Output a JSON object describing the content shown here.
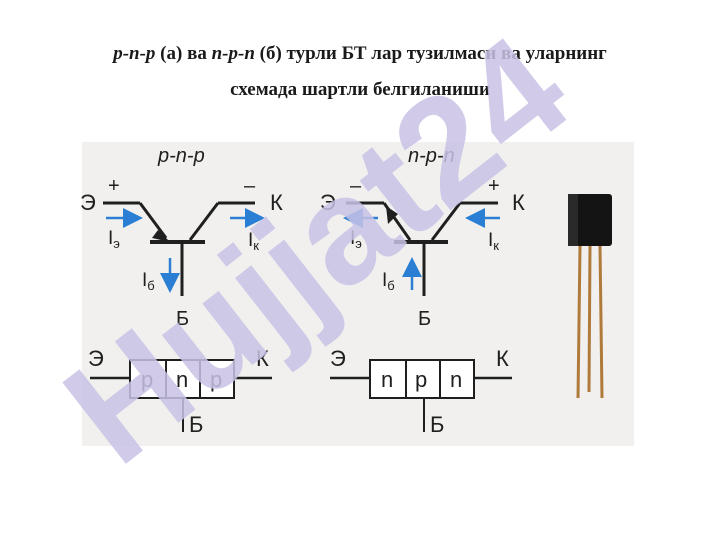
{
  "title": {
    "line1_pnp": "p-n-p",
    "line1_a": " (а) ва ",
    "line1_npn": "n-p-n",
    "line1_rest": "  (б) турли БТ лар тузилмаси ва уларнинг",
    "line2": "схемада  шартли белгиланиши"
  },
  "watermark": "Hujjat24",
  "pnp": {
    "type_label": "p-n-p",
    "emitter": "Э",
    "collector": "К",
    "base": "Б",
    "plus": "+",
    "minus": "–",
    "ie": "I",
    "ie_sub": "э",
    "ik": "I",
    "ik_sub": "к",
    "ib": "I",
    "ib_sub": "б",
    "layers": [
      "p",
      "n",
      "p"
    ]
  },
  "npn": {
    "type_label": "n-p-n",
    "emitter": "Э",
    "collector": "К",
    "base": "Б",
    "plus": "+",
    "minus": "–",
    "ie": "I",
    "ie_sub": "э",
    "ik": "I",
    "ik_sub": "к",
    "ib": "I",
    "ib_sub": "б",
    "layers": [
      "n",
      "p",
      "n"
    ]
  },
  "colors": {
    "arrow": "#2a7fd4",
    "line": "#1f1f1f",
    "watermark": "#c9c3e6",
    "lead": "#b07a3a"
  }
}
